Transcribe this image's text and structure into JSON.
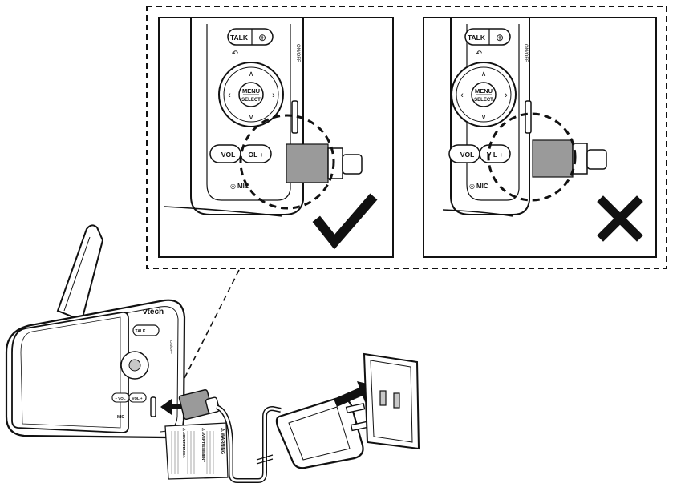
{
  "panels": {
    "correct": {
      "talk": "TALK",
      "menu": "MENU",
      "select": "SELECT",
      "vol_minus": "– VOL",
      "vol_plus": "OL +",
      "mic": "MIC",
      "side_text": "ON/OFF"
    },
    "incorrect": {
      "talk": "TALK",
      "menu": "MENU",
      "select": "SELECT",
      "vol_minus": "– VOL",
      "vol_plus": "V L +",
      "mic": "MIC",
      "side_text": "ON/OFF"
    }
  },
  "monitor": {
    "brand": "vtech",
    "talk": "TALK",
    "vol_minus": "– VOL",
    "vol_plus": "VOL +",
    "mic": "MIC",
    "side_text": "ON/OFF"
  },
  "cord_tag": {
    "warning": "⚠ WARNING",
    "avertissement": "⚠ AVERTISSEMENT",
    "advertencia": "⚠ ADVERTENCIA"
  },
  "colors": {
    "line": "#111111",
    "plug_gray": "#9a9a9a",
    "plug_light": "#cfcfcf"
  }
}
